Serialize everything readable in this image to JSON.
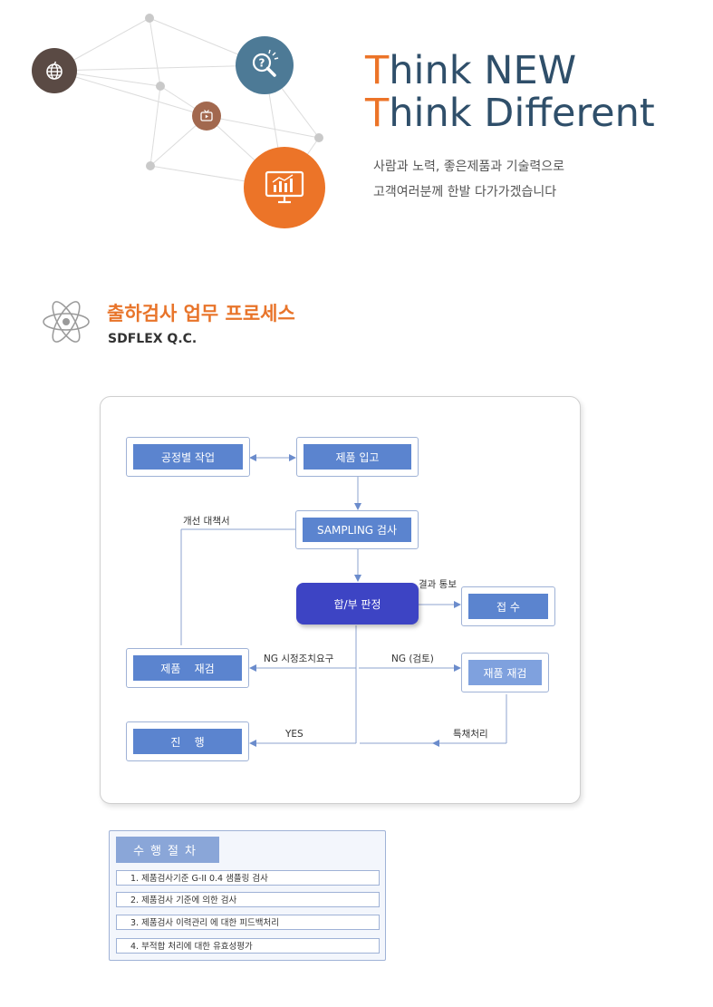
{
  "hero": {
    "line1_accent": "T",
    "line1_rest": "hink NEW",
    "line2_accent": "T",
    "line2_rest": "hink Different",
    "sub_line1": "사람과 노력, 좋은제품과 기술력으로",
    "sub_line2": "고객여러분께  한발 다가가겠습니다",
    "icons": [
      "globe-icon",
      "search-question-icon",
      "play-tv-icon",
      "monitor-chart-icon"
    ],
    "colors": {
      "accent": "#ec7428",
      "dark": "#2f4f6a",
      "globe_bg": "#5a4a44",
      "search_bg": "#4d7a96",
      "tv_bg": "#a2684e",
      "monitor_bg": "#ec7428"
    }
  },
  "section": {
    "title": "출하검사 업무 프로세스",
    "subtitle": "SDFLEX Q.C.",
    "icon": "atom-icon"
  },
  "flow": {
    "nodes": {
      "process_work": "공정별 작업",
      "product_receipt": "제품 입고",
      "sampling": "SAMPLING 검사",
      "decision": "합/부 판정",
      "accept": "접  수",
      "reinspect_right": "재품 재검",
      "reinspect_left": "제품    재검",
      "proceed": "진    행"
    },
    "labels": {
      "improve": "개선 대책서",
      "notify": "결과 통보",
      "ng_fix": "NG 시정조치요구",
      "ng_review": "NG (검토)",
      "special": "특채처리",
      "yes": "YES"
    },
    "colors": {
      "box": "#5b84cf",
      "box_light": "#7fa1de",
      "decision": "#3d44c4",
      "line": "#8ea3cf"
    }
  },
  "procedure": {
    "title": "수행절차",
    "items": [
      "1. 제품검사기준 G-II 0.4 샘플링 검사",
      "2. 제품검사 기준에 의한 검사",
      "3. 제품검사 이력관리 에 대한 피드백처리",
      "4. 부적합 처리에 대한 유효성평가"
    ]
  }
}
